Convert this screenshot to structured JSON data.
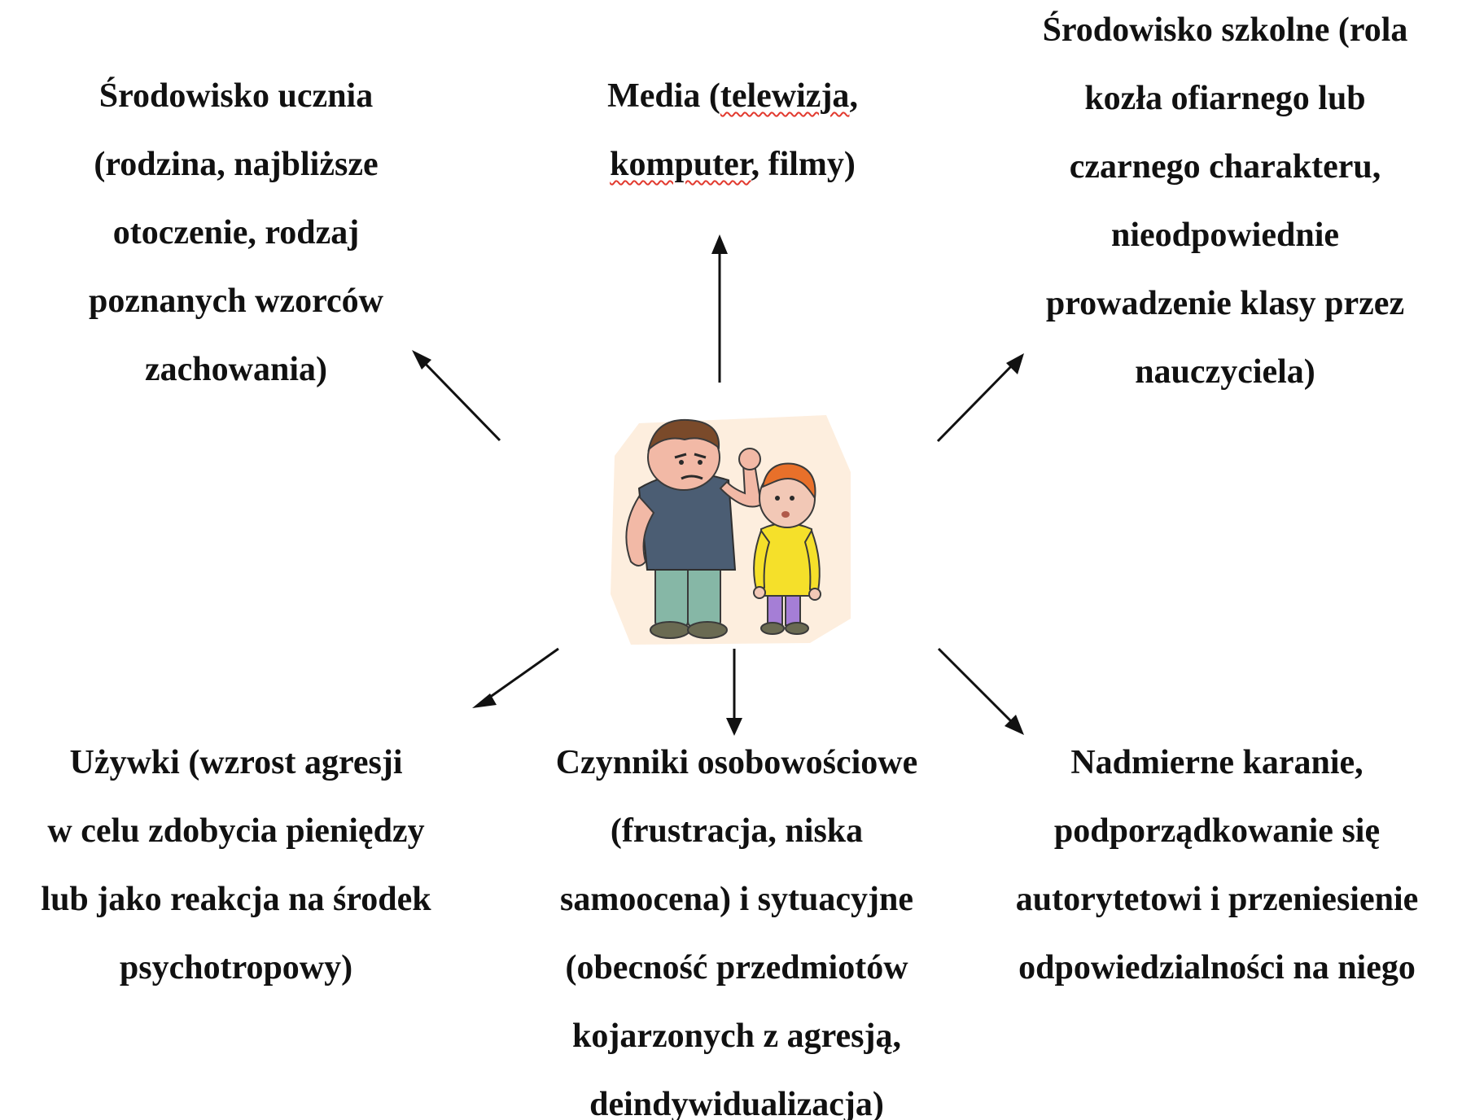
{
  "diagram": {
    "nodes": [
      {
        "id": "srodowisko-ucznia",
        "lines": [
          "Środowisko ucznia",
          "(rodzina, najbliższe",
          "otoczenie, rodzaj",
          "poznanych wzorców",
          "zachowania)"
        ]
      },
      {
        "id": "media",
        "line1_prefix": "Media (",
        "line1_spell": "telewizja",
        "line1_suffix": ",",
        "line2_spell": "komputer",
        "line2_suffix": ", filmy)"
      },
      {
        "id": "srodowisko-szkolne",
        "lines": [
          "Środowisko szkolne (rola",
          "kozła ofiarnego lub",
          "czarnego charakteru,",
          "nieodpowiednie",
          "prowadzenie klasy przez",
          "nauczyciela)"
        ]
      },
      {
        "id": "uzywki",
        "lines": [
          "Używki (wzrost agresji",
          "w celu zdobycia pieniędzy",
          "lub jako reakcja na środek",
          "psychotropowy)"
        ]
      },
      {
        "id": "czynniki",
        "lines": [
          "Czynniki osobowościowe",
          "(frustracja, niska",
          "samoocena) i sytuacyjne",
          "(obecność przedmiotów",
          "kojarzonych z agresją,",
          "deindywidualizacja)"
        ]
      },
      {
        "id": "karanie",
        "lines": [
          "Nadmierne karanie,",
          "podporządkowanie się",
          "autorytetowi i przeniesienie",
          "odpowiedzialności na niego"
        ]
      }
    ],
    "edges": [
      {
        "from": "center",
        "to": "srodowisko-ucznia"
      },
      {
        "from": "center",
        "to": "media"
      },
      {
        "from": "center",
        "to": "srodowisko-szkolne"
      },
      {
        "from": "center",
        "to": "uzywki"
      },
      {
        "from": "center",
        "to": "czynniki"
      },
      {
        "from": "center",
        "to": "karanie"
      }
    ],
    "center_image": "bully-cartoon-illustration",
    "colors": {
      "text": "#111111",
      "arrow": "#111111",
      "spellcheck_underline": "#e23a2f",
      "illustration_background": "#fdeede"
    }
  }
}
